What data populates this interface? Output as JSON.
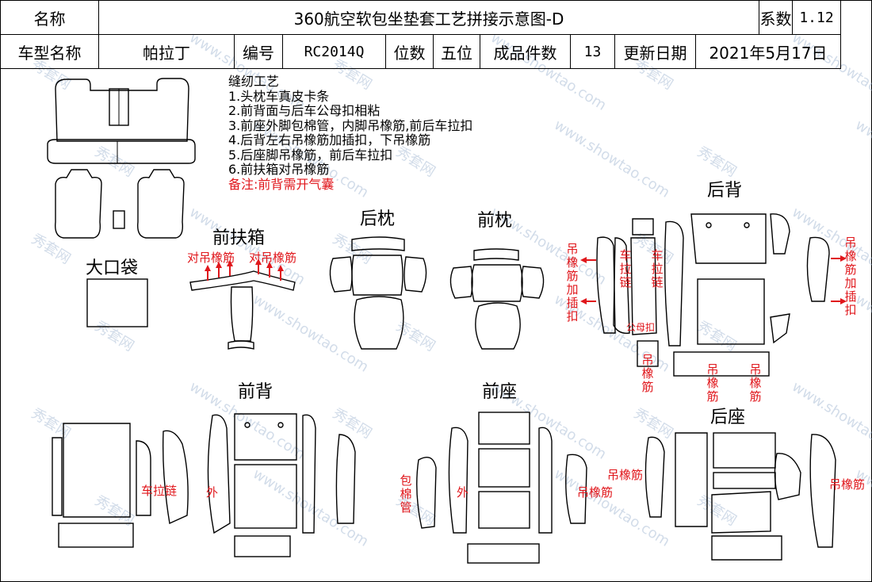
{
  "header": {
    "name_label": "名称",
    "title": "360航空软包坐垫套工艺拼接示意图-D",
    "coef_label": "系数",
    "coef_value": "1.12",
    "model_label": "车型名称",
    "model_value": "帕拉丁",
    "code_label": "编号",
    "code_value": "RC2014Q",
    "seats_label": "位数",
    "seats_value": "五位",
    "pieces_label": "成品件数",
    "pieces_value": "13",
    "date_label": "更新日期",
    "date_value": "2021年5月17日"
  },
  "notes": {
    "title": "缝纫工艺",
    "items": [
      "1.头枕车真皮卡条",
      "2.前背面与后车公母扣相粘",
      "3.前座外脚包棉管，内脚吊橡筋,前后车拉扣",
      "4.后背左右吊橡筋加插扣，下吊橡筋",
      "5.后座脚吊橡筋，前后车拉扣",
      "6.前扶箱对吊橡筋"
    ],
    "remark": "备注:前背需开气囊"
  },
  "sections": {
    "big_pocket": "大口袋",
    "front_armrest": "前扶箱",
    "rear_headrest": "后枕",
    "front_headrest": "前枕",
    "rear_back": "后背",
    "front_back": "前背",
    "front_seat": "前座",
    "rear_seat": "后座"
  },
  "annotations": {
    "armrest_left": "对吊橡筋",
    "armrest_right": "对吊橡筋",
    "rear_back_left": "吊橡筋加插扣",
    "rear_back_right": "吊橡筋加插扣",
    "zipper_a": "车拉链",
    "zipper_b": "车拉链",
    "snap": "公母扣",
    "rear_back_bottom_a": "吊橡筋",
    "rear_back_bottom_b": "吊橡筋",
    "rear_back_bottom_c": "吊橡筋",
    "front_back_zipper": "车拉链",
    "front_back_outer": "外",
    "front_seat_cotton": "包棉管",
    "front_seat_outer": "外",
    "front_seat_elastic": "吊橡筋",
    "rear_seat_elastic_left": "吊橡筋",
    "rear_seat_elastic_right": "吊橡筋"
  },
  "watermarks": [
    "秀套网",
    "www.showtao.com"
  ],
  "colors": {
    "annotation": "#e0161b",
    "watermark": "#9cb3cf",
    "line": "#000000"
  }
}
